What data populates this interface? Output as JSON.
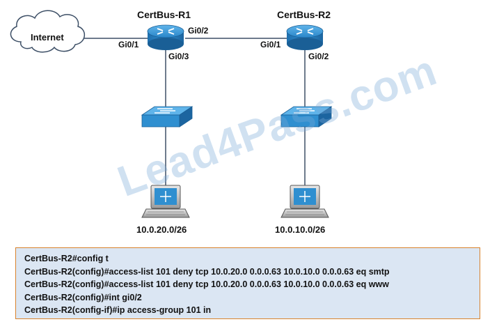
{
  "devices": {
    "internet": "Internet",
    "router1": "CertBus-R1",
    "router2": "CertBus-R2"
  },
  "ports": {
    "r1_gi01": "Gi0/1",
    "r1_gi02": "Gi0/2",
    "r1_gi03": "Gi0/3",
    "r2_gi01": "Gi0/1",
    "r2_gi02": "Gi0/2"
  },
  "networks": {
    "left": "10.0.20.0/26",
    "right": "10.0.10.0/26"
  },
  "cli": [
    "CertBus-R2#config t",
    "CertBus-R2(config)#access-list 101 deny tcp 10.0.20.0 0.0.0.63 10.0.10.0 0.0.0.63 eq smtp",
    "CertBus-R2(config)#access-list 101 deny tcp 10.0.20.0 0.0.0.63 10.0.10.0 0.0.0.63 eq www",
    "CertBus-R2(config)#int gi0/2",
    "CertBus-R2(config-if)#ip access-group 101 in"
  ],
  "watermark": "Lead4Pass.com",
  "colors": {
    "device_blue": "#2f8fd0",
    "cli_bg": "#dbe6f3",
    "cli_border": "#d9822b"
  }
}
